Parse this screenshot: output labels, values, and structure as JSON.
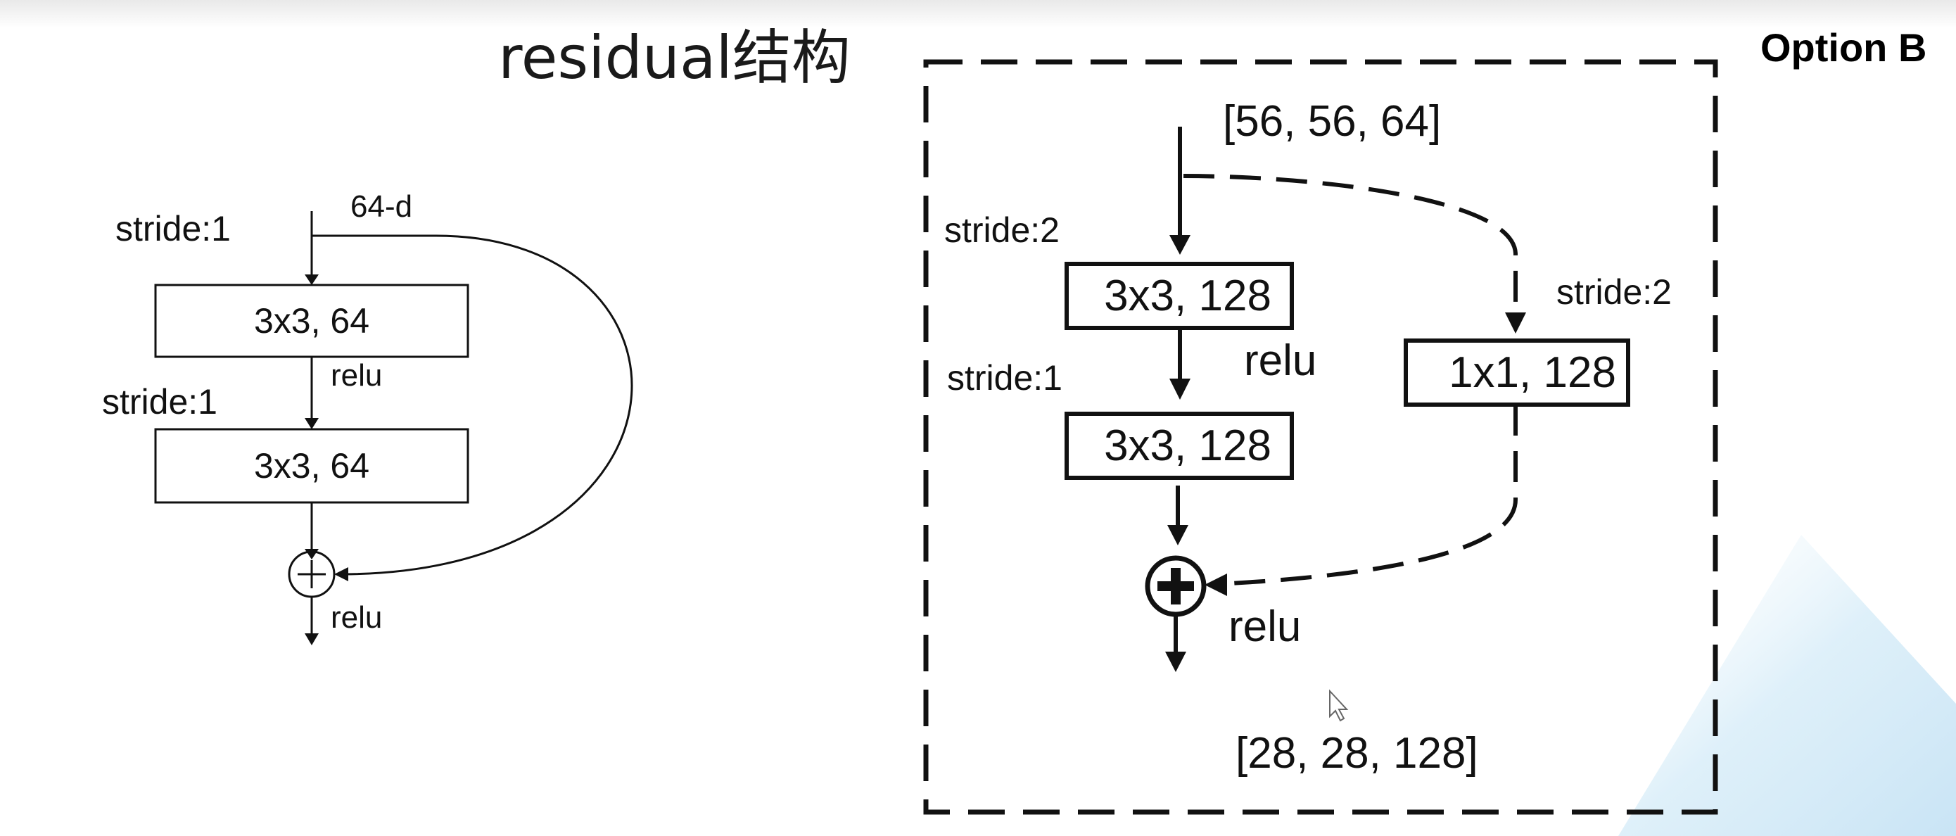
{
  "title": "residual结构",
  "option_label": "Option B",
  "left_block": {
    "input_dim": "64-d",
    "stride_1": "stride:1",
    "conv1": "3x3, 64",
    "relu_mid": "relu",
    "stride_2": "stride:1",
    "conv2": "3x3, 64",
    "relu_out": "relu"
  },
  "right_block": {
    "input_shape": "[56, 56, 64]",
    "main_stride_1": "stride:2",
    "conv1": "3x3, 128",
    "relu_mid": "relu",
    "main_stride_2": "stride:1",
    "conv2": "3x3, 128",
    "shortcut_stride": "stride:2",
    "shortcut_conv": "1x1, 128",
    "relu_out": "relu",
    "output_shape": "[28, 28, 128]"
  },
  "colors": {
    "stroke": "#111111",
    "accent_shape": "#cfe7f6"
  }
}
